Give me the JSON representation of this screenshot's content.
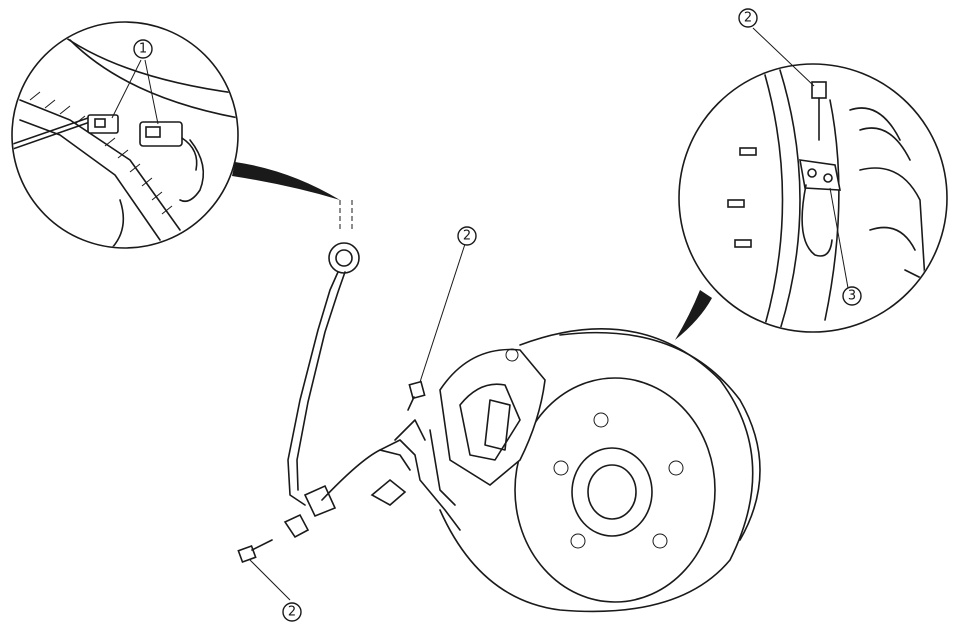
{
  "diagram": {
    "callouts": {
      "connector": "1",
      "bolt_upper_right": "2",
      "bolt_center": "2",
      "bolt_lower_left": "2",
      "sensor": "3"
    }
  }
}
